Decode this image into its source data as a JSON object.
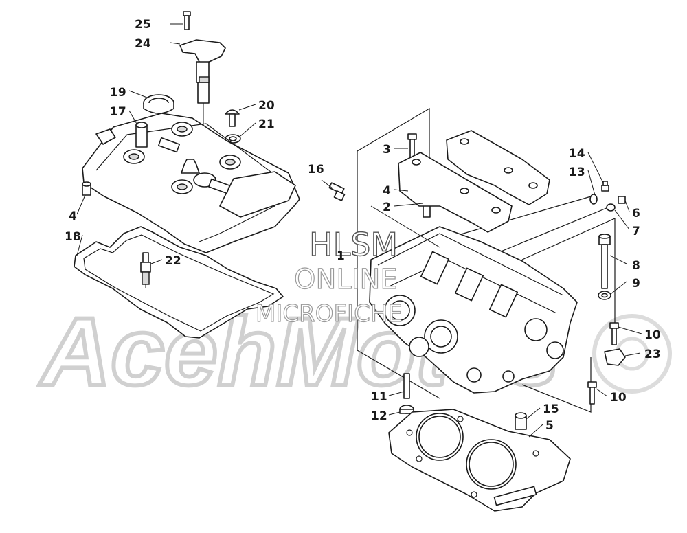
{
  "watermark": {
    "line1": "HLSM",
    "line2": "ONLINE",
    "line3": "MICROFICHE",
    "background_logo": "AcehMotos"
  },
  "callouts": [
    {
      "id": "c25",
      "label": "25"
    },
    {
      "id": "c24",
      "label": "24"
    },
    {
      "id": "c19",
      "label": "19"
    },
    {
      "id": "c17",
      "label": "17"
    },
    {
      "id": "c20",
      "label": "20"
    },
    {
      "id": "c21",
      "label": "21"
    },
    {
      "id": "c4a",
      "label": "4"
    },
    {
      "id": "c18",
      "label": "18"
    },
    {
      "id": "c22",
      "label": "22"
    },
    {
      "id": "c16",
      "label": "16"
    },
    {
      "id": "c3",
      "label": "3"
    },
    {
      "id": "c4b",
      "label": "4"
    },
    {
      "id": "c2",
      "label": "2"
    },
    {
      "id": "c1",
      "label": "1"
    },
    {
      "id": "c14",
      "label": "14"
    },
    {
      "id": "c13",
      "label": "13"
    },
    {
      "id": "c6",
      "label": "6"
    },
    {
      "id": "c7",
      "label": "7"
    },
    {
      "id": "c8",
      "label": "8"
    },
    {
      "id": "c9",
      "label": "9"
    },
    {
      "id": "c10a",
      "label": "10"
    },
    {
      "id": "c23",
      "label": "23"
    },
    {
      "id": "c10b",
      "label": "10"
    },
    {
      "id": "c11",
      "label": "11"
    },
    {
      "id": "c12",
      "label": "12"
    },
    {
      "id": "c15",
      "label": "15"
    },
    {
      "id": "c5",
      "label": "5"
    }
  ]
}
